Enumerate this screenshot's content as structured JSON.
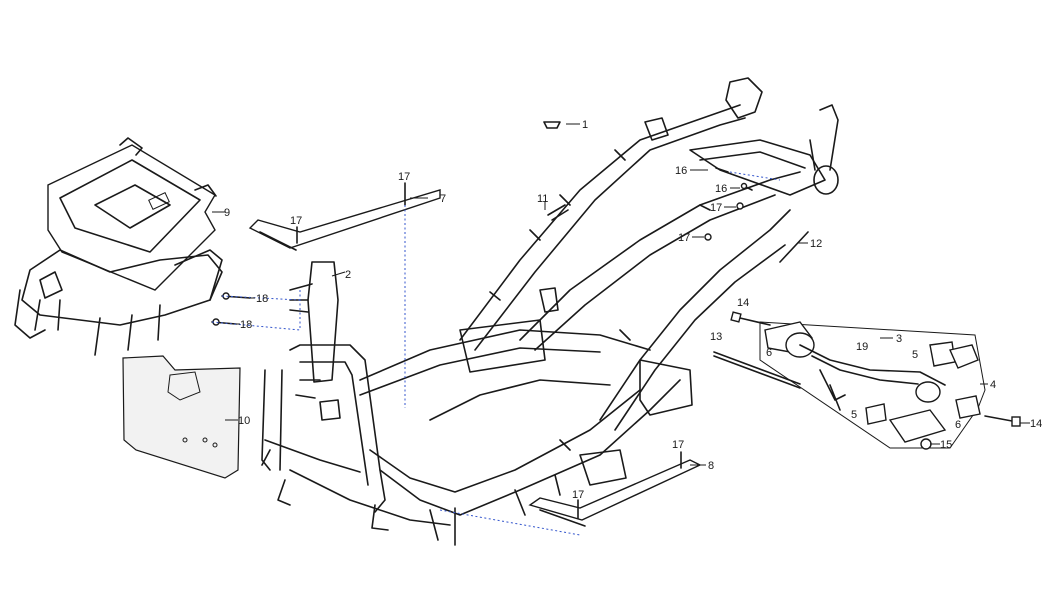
{
  "diagram": {
    "callouts": [
      {
        "id": "c1",
        "text": "1"
      },
      {
        "id": "c2",
        "text": "2"
      },
      {
        "id": "c3",
        "text": "3"
      },
      {
        "id": "c4",
        "text": "4"
      },
      {
        "id": "c5a",
        "text": "5"
      },
      {
        "id": "c5b",
        "text": "5"
      },
      {
        "id": "c6a",
        "text": "6"
      },
      {
        "id": "c6b",
        "text": "6"
      },
      {
        "id": "c7",
        "text": "7"
      },
      {
        "id": "c8",
        "text": "8"
      },
      {
        "id": "c9",
        "text": "9"
      },
      {
        "id": "c10",
        "text": "10"
      },
      {
        "id": "c11",
        "text": "11"
      },
      {
        "id": "c12",
        "text": "12"
      },
      {
        "id": "c13",
        "text": "13"
      },
      {
        "id": "c14a",
        "text": "14"
      },
      {
        "id": "c14b",
        "text": "14"
      },
      {
        "id": "c15",
        "text": "15"
      },
      {
        "id": "c16a",
        "text": "16"
      },
      {
        "id": "c16b",
        "text": "16"
      },
      {
        "id": "c17a",
        "text": "17"
      },
      {
        "id": "c17b",
        "text": "17"
      },
      {
        "id": "c17c",
        "text": "17"
      },
      {
        "id": "c17d",
        "text": "17"
      },
      {
        "id": "c17e",
        "text": "17"
      },
      {
        "id": "c17f",
        "text": "17"
      },
      {
        "id": "c18a",
        "text": "18"
      },
      {
        "id": "c18b",
        "text": "18"
      },
      {
        "id": "c19",
        "text": "19"
      }
    ]
  }
}
